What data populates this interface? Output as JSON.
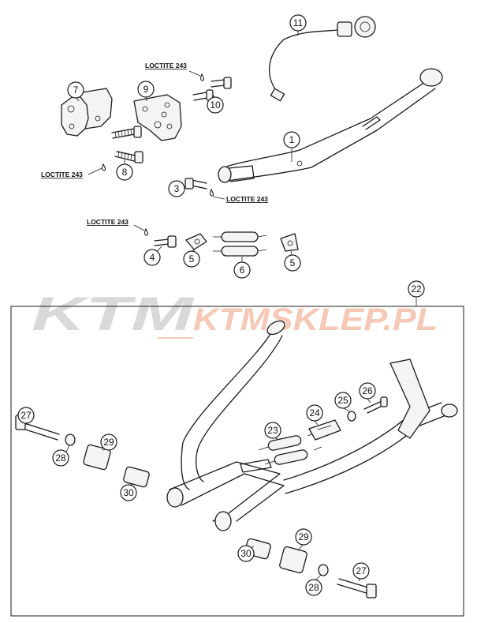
{
  "watermark": {
    "logo": "KTM",
    "shop": "KTMSKLEP.PL",
    "logo_color": "#d9d9d9",
    "shop_color": "#f6c9b6"
  },
  "labels": {
    "loctite_a": "LOCTITE 243",
    "loctite_b": "LOCTITE 243",
    "loctite_c": "LOCTITE 243",
    "loctite_d": "LOCTITE 243"
  },
  "callouts": {
    "c1": "1",
    "c3": "3",
    "c4": "4",
    "c5a": "5",
    "c5b": "5",
    "c6": "6",
    "c7": "7",
    "c8": "8",
    "c9": "9",
    "c10": "10",
    "c11": "11",
    "c22": "22",
    "c23": "23",
    "c24": "24",
    "c25": "25",
    "c26": "26",
    "c27a": "27",
    "c27b": "27",
    "c28a": "28",
    "c28b": "28",
    "c29a": "29",
    "c29b": "29",
    "c30a": "30",
    "c30b": "30"
  }
}
